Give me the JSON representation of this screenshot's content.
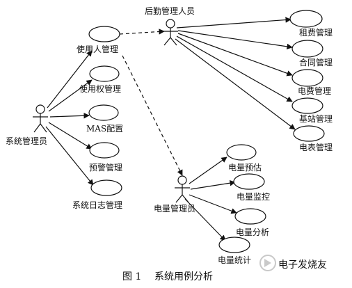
{
  "diagram": {
    "caption_num": "图 1",
    "caption_text": "系统用例分析",
    "actors": {
      "sysadmin": "系统管理员",
      "logistics": "后勤管理人员",
      "power": "电量管理员"
    },
    "usecases": {
      "user_mgmt": "使用人管理",
      "perm_mgmt": "使用权管理",
      "mas_config": "MAS配置",
      "alarm_mgmt": "预警管理",
      "log_mgmt": "系统日志管理",
      "rent_mgmt": "租费管理",
      "contract_mgmt": "合同管理",
      "elecfee_mgmt": "电费管理",
      "station_mgmt": "基站管理",
      "meter_mgmt": "电表管理",
      "power_forecast": "电量预估",
      "power_monitor": "电量监控",
      "power_analysis": "电量分析",
      "power_stats": "电量统计"
    },
    "watermark": "电子发烧友"
  }
}
